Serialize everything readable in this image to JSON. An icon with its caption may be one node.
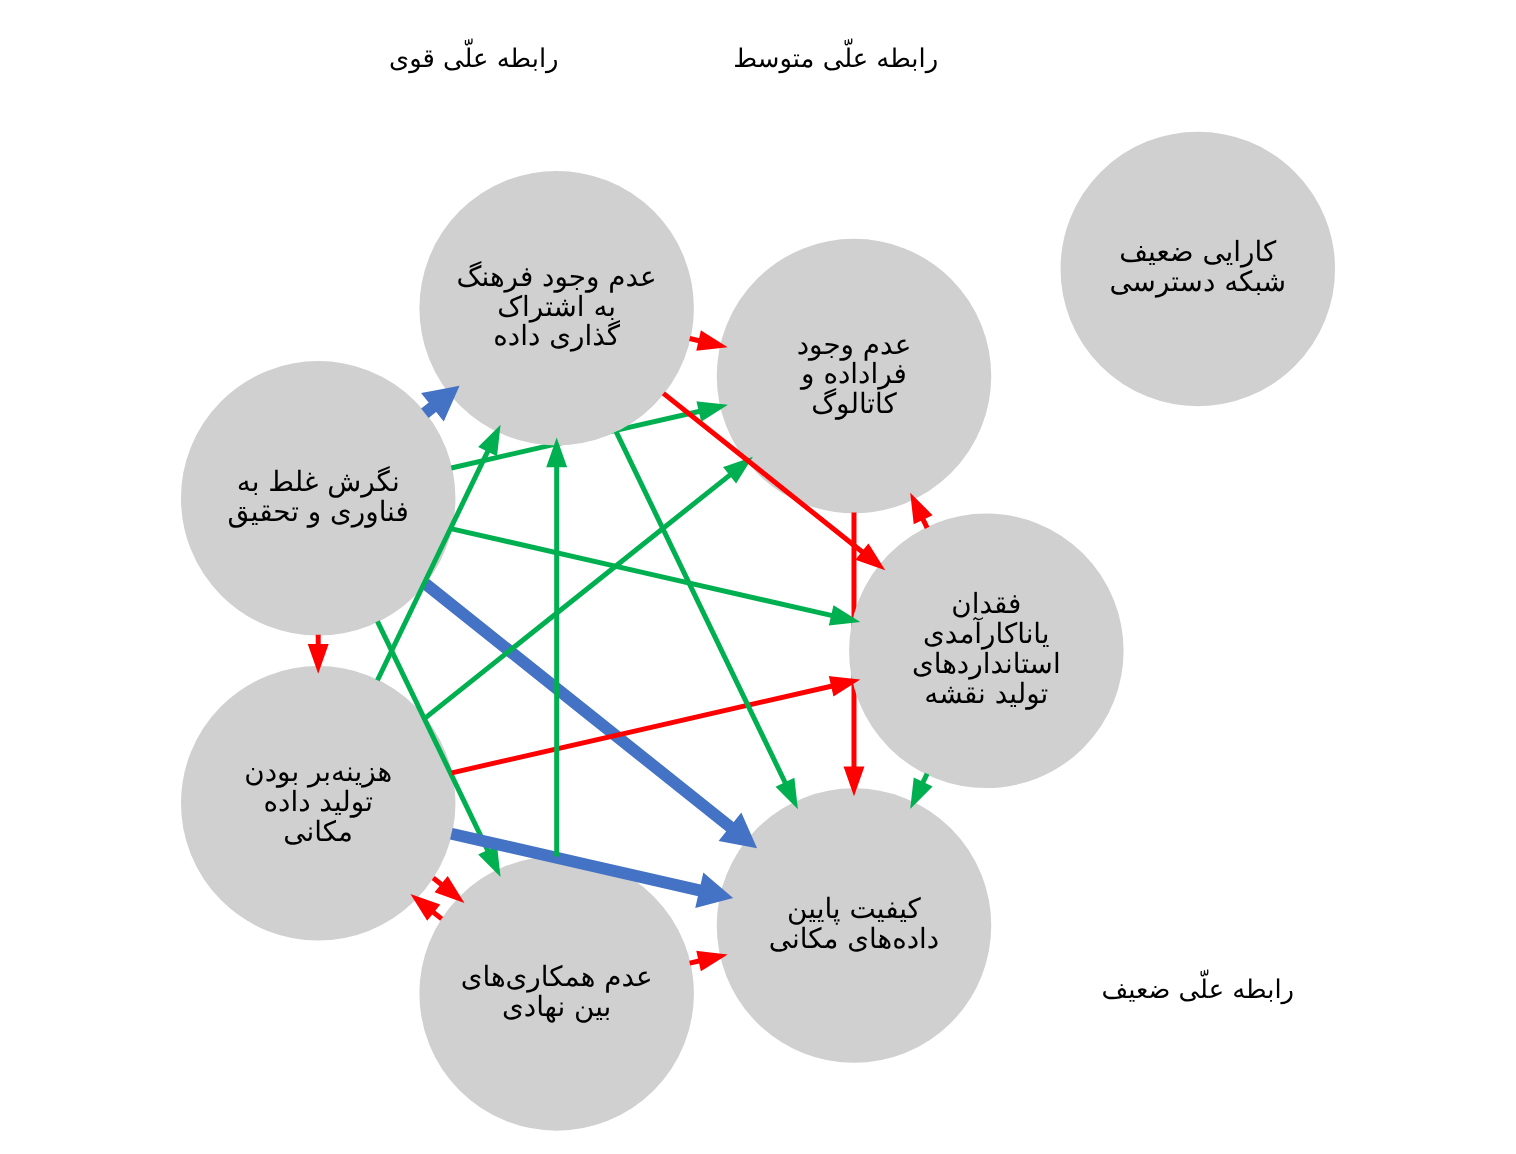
{
  "diagram": {
    "nodes": [
      {
        "text": [
          "کیفیت پایین داده‌های مکانی"
        ]
      },
      {
        "text": [
          "کارایی ضعیف شبکه دسترسی"
        ]
      },
      {
        "text": [
          "عدم وجود فراداده و کاتالوگ"
        ]
      },
      {
        "text": [
          "نگرش غلط به فناوری و تحقیق"
        ]
      },
      {
        "text": [
          "فقدان یاناکارآمدی استانداردهای تولید نقشه"
        ]
      },
      {
        "text": [
          "هزینه‌بر بودن تولید داده مکانی"
        ]
      },
      {
        "text": [
          "عدم همکاری‌های بین نهادی"
        ]
      },
      {
        "text": [
          "عدم وجود فرهنگ به اشتراک گذاری داده"
        ]
      }
    ],
    "edges": [
      {
        "from": 3,
        "to": 0,
        "arrow": "to",
        "style": "thick",
        "color": "#4472c4"
      },
      {
        "from": 5,
        "to": 0,
        "arrow": "to",
        "style": "thick",
        "color": "#4472c4"
      },
      {
        "from": 3,
        "to": 7,
        "arrow": "to",
        "style": "thick",
        "color": "#4472c4"
      },
      {
        "from": 3,
        "to": 2,
        "arrow": "to",
        "color": "#00b050"
      },
      {
        "from": 3,
        "to": 4,
        "arrow": "to",
        "color": "#00b050"
      },
      {
        "from": 3,
        "to": 6,
        "arrow": "to",
        "color": "#00b050"
      },
      {
        "from": 7,
        "to": 0,
        "arrow": "to",
        "color": "#00b050"
      },
      {
        "from": 5,
        "to": 2,
        "arrow": "to",
        "color": "#00b050"
      },
      {
        "from": 4,
        "to": 0,
        "arrow": "to",
        "color": "#00b050"
      },
      {
        "from": 6,
        "to": 7,
        "arrow": "to",
        "color": "#00b050"
      },
      {
        "from": 5,
        "to": 7,
        "arrow": "to",
        "color": "#00b050"
      },
      {
        "from": 2,
        "to": 0,
        "arrow": "to",
        "color": "#ff0000"
      },
      {
        "from": 6,
        "to": 0,
        "arrow": "to",
        "color": "#ff0000"
      },
      {
        "from": 7,
        "to": 2,
        "arrow": "to",
        "color": "#ff0000"
      },
      {
        "from": 4,
        "to": 2,
        "arrow": "to",
        "color": "#ff0000"
      },
      {
        "from": 3,
        "to": 5,
        "arrow": "to",
        "color": "#ff0000"
      },
      {
        "from": 5,
        "to": 4,
        "arrow": "to",
        "color": "#ff0000"
      },
      {
        "from": 5,
        "to": 6,
        "arrow": "to",
        "color": "#ff0000"
      },
      {
        "from": 6,
        "to": 5,
        "arrow": "to",
        "color": "#ff0000"
      },
      {
        "from": 7,
        "to": 4,
        "arrow": "to",
        "color": "#ff0000"
      }
    ],
    "legend": [
      {
        "text": "رابطه علّی ضعیف"
      },
      {
        "text": "رابطه علّی متوسط"
      },
      {
        "text": "رابطه علّی قوی"
      }
    ]
  }
}
